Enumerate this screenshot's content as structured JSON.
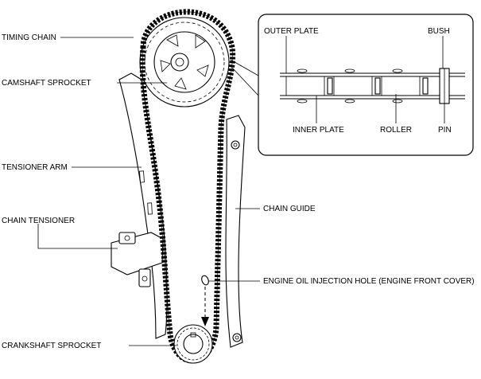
{
  "labels": {
    "timing_chain": "TIMING CHAIN",
    "camshaft_sprocket": "CAMSHAFT SPROCKET",
    "tensioner_arm": "TENSIONER ARM",
    "chain_tensioner": "CHAIN TENSIONER",
    "crankshaft_sprocket": "CRANKSHAFT SPROCKET",
    "chain_guide": "CHAIN GUIDE",
    "engine_oil_injection_hole": "ENGINE OIL INJECTION HOLE (ENGINE FRONT COVER)"
  },
  "inset": {
    "outer_plate": "OUTER PLATE",
    "bush": "BUSH",
    "inner_plate": "INNER PLATE",
    "roller": "ROLLER",
    "pin": "PIN"
  }
}
